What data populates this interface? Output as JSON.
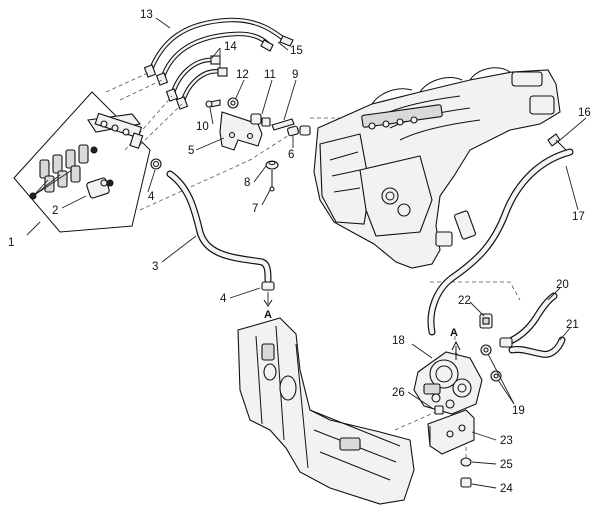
{
  "callouts": [
    {
      "id": "c1",
      "text": "1"
    },
    {
      "id": "c2",
      "text": "2"
    },
    {
      "id": "c3",
      "text": "3"
    },
    {
      "id": "c4a",
      "text": "4"
    },
    {
      "id": "c4b",
      "text": "4"
    },
    {
      "id": "c5",
      "text": "5"
    },
    {
      "id": "c6",
      "text": "6"
    },
    {
      "id": "c7",
      "text": "7"
    },
    {
      "id": "c8",
      "text": "8"
    },
    {
      "id": "c9",
      "text": "9"
    },
    {
      "id": "c10",
      "text": "10"
    },
    {
      "id": "c11",
      "text": "11"
    },
    {
      "id": "c12",
      "text": "12"
    },
    {
      "id": "c13",
      "text": "13"
    },
    {
      "id": "c14",
      "text": "14"
    },
    {
      "id": "c15",
      "text": "15"
    },
    {
      "id": "c16",
      "text": "16"
    },
    {
      "id": "c17",
      "text": "17"
    },
    {
      "id": "c18",
      "text": "18"
    },
    {
      "id": "c19",
      "text": "19"
    },
    {
      "id": "c20",
      "text": "20"
    },
    {
      "id": "c21",
      "text": "21"
    },
    {
      "id": "c22",
      "text": "22"
    },
    {
      "id": "c23",
      "text": "23"
    },
    {
      "id": "c24",
      "text": "24"
    },
    {
      "id": "c25",
      "text": "25"
    },
    {
      "id": "c26",
      "text": "26"
    }
  ],
  "view_markers": [
    {
      "id": "a1",
      "text": "A"
    },
    {
      "id": "a2",
      "text": "A"
    }
  ]
}
